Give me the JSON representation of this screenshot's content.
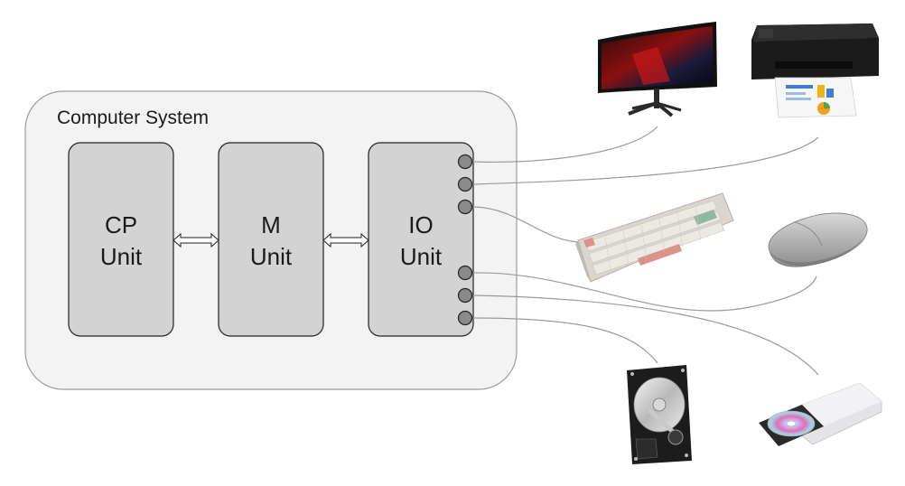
{
  "system": {
    "title": "Computer System",
    "background": "#f3f3f3",
    "border": "#9b9b9b"
  },
  "units": [
    {
      "id": "cp",
      "line1": "CP",
      "line2": "Unit"
    },
    {
      "id": "m",
      "line1": "M",
      "line2": "Unit"
    },
    {
      "id": "io",
      "line1": "IO",
      "line2": "Unit"
    }
  ],
  "unit_style": {
    "fill": "#d3d3d3",
    "border": "#222222"
  },
  "port_fill": "#8a8a8a",
  "devices": [
    {
      "name": "monitor",
      "icon": "monitor-icon"
    },
    {
      "name": "printer",
      "icon": "printer-icon"
    },
    {
      "name": "keyboard",
      "icon": "keyboard-icon"
    },
    {
      "name": "mouse",
      "icon": "mouse-icon"
    },
    {
      "name": "hard-drive",
      "icon": "hard-drive-icon"
    },
    {
      "name": "optical-drive",
      "icon": "optical-drive-icon"
    }
  ]
}
